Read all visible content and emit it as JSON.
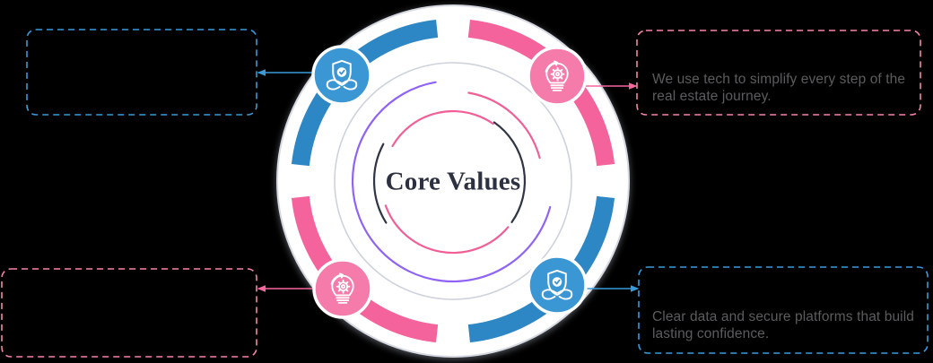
{
  "center": {
    "title": "Core Values"
  },
  "callouts": {
    "top_left": {
      "text": "",
      "accent": "blue"
    },
    "top_right": {
      "text": "We use tech to simplify every step of the real estate journey.",
      "accent": "pink"
    },
    "bottom_left": {
      "text": "",
      "accent": "pink"
    },
    "bottom_right": {
      "text": "Clear data and secure platforms that build lasting confidence.",
      "accent": "blue"
    }
  },
  "badges": {
    "top_left": {
      "icon": "shield-check-hands-icon",
      "color_key": "badge_blue"
    },
    "top_right": {
      "icon": "lightbulb-gear-icon",
      "color_key": "badge_pink"
    },
    "bottom_left": {
      "icon": "lightbulb-gear-icon",
      "color_key": "badge_pink"
    },
    "bottom_right": {
      "icon": "shield-check-hands-icon",
      "color_key": "badge_blue"
    }
  },
  "colors": {
    "background": "#000000",
    "band_blue": "#2d87c4",
    "band_pink": "#f4639b",
    "badge_blue": "#3a97d4",
    "badge_pink": "#f57bab",
    "connector_blue": "#3a9ad9",
    "connector_pink": "#f4679e",
    "box_dash_blue": "#3a9ad9",
    "box_dash_pink": "#f484ad",
    "purple_arc": "#8f63f5",
    "pink_arc": "#f25f96",
    "dark_arc": "#2f3547",
    "ring_gray": "#cdd2dd",
    "disc_white": "#ffffff",
    "text_gray": "#5b5c5e",
    "title_color": "#2d3040"
  }
}
